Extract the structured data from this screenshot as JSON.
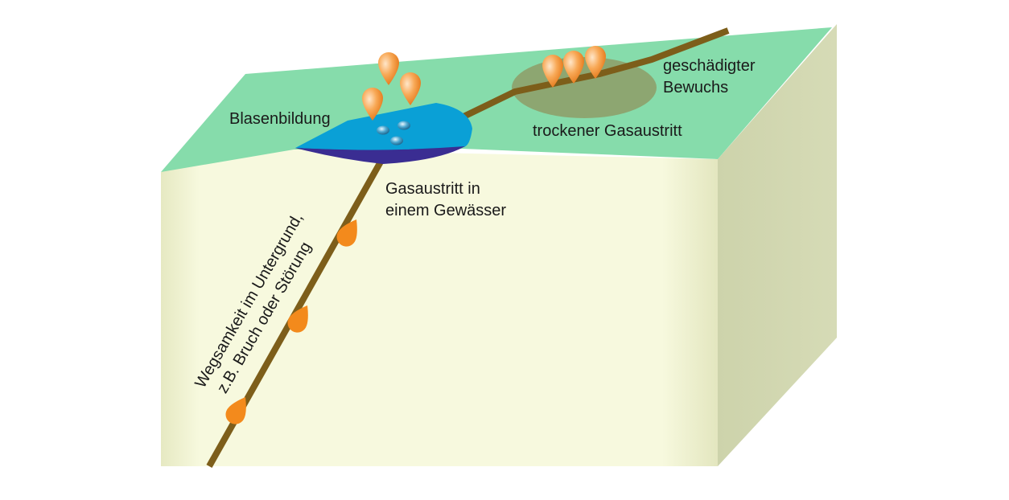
{
  "diagram": {
    "labels": {
      "bubbles": "Blasenbildung",
      "damaged_vegetation_line1": "geschädigter",
      "damaged_vegetation_line2": "Bewuchs",
      "dry_gas_release": "trockener Gasaustritt",
      "water_release_line1": "Gasaustritt in",
      "water_release_line2": "einem Gewässer",
      "pathway_line1": "Wegsamkeit im Untergrund,",
      "pathway_line2": "z.B. Bruch oder Störung"
    },
    "icons": {
      "gas_droplet": "gas-droplet-icon",
      "bubble": "bubble-icon"
    },
    "colors": {
      "surface": "#86dcab",
      "front_face": "#f7f9de",
      "right_face": "#d1d7b0",
      "water": "#0aa0d6",
      "water_deep": "#3a2d92",
      "damaged_zone": "#8f9a64",
      "fault": "#7d5e1a",
      "gas": "#f38a1c"
    }
  }
}
